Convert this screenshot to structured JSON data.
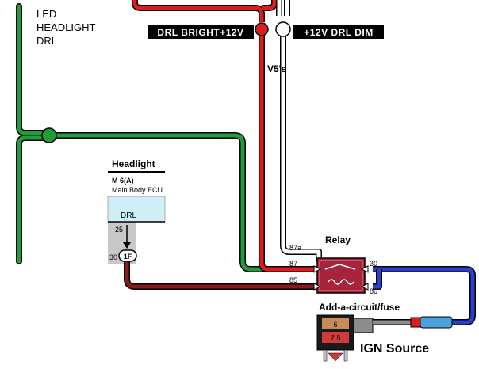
{
  "labels": {
    "led_headlight_drl": [
      "LED",
      "HEADLIGHT",
      "DRL"
    ],
    "drl_bright": "DRL BRIGHT+12V",
    "drl_dim": "+12V DRL DIM",
    "v5s": "V5's",
    "headlight": "Headlight",
    "ecu_code": "M 6(A)",
    "ecu_name": "Main Body ECU",
    "drl_box": "DRL",
    "pin_25": "25",
    "pin_30": "30",
    "pin_1f": "1F",
    "relay": "Relay",
    "relay_87a": "87a",
    "relay_87": "87",
    "relay_85": "85",
    "relay_30": "30",
    "relay_86": "86",
    "add_a_circuit": "Add-a-circuit/fuse",
    "fuse_top": "6",
    "fuse_bottom": "7.5",
    "ign_source": "IGN Source"
  },
  "colors": {
    "green_wire": "#1f9d3a",
    "red_wire": "#e01b1b",
    "dark_red_wire": "#8b1a1a",
    "blue_wire": "#2a3fcf",
    "white_wire": "#ffffff",
    "relay_body": "#a8243a",
    "ecu_drl_fill": "#cfeef7"
  }
}
